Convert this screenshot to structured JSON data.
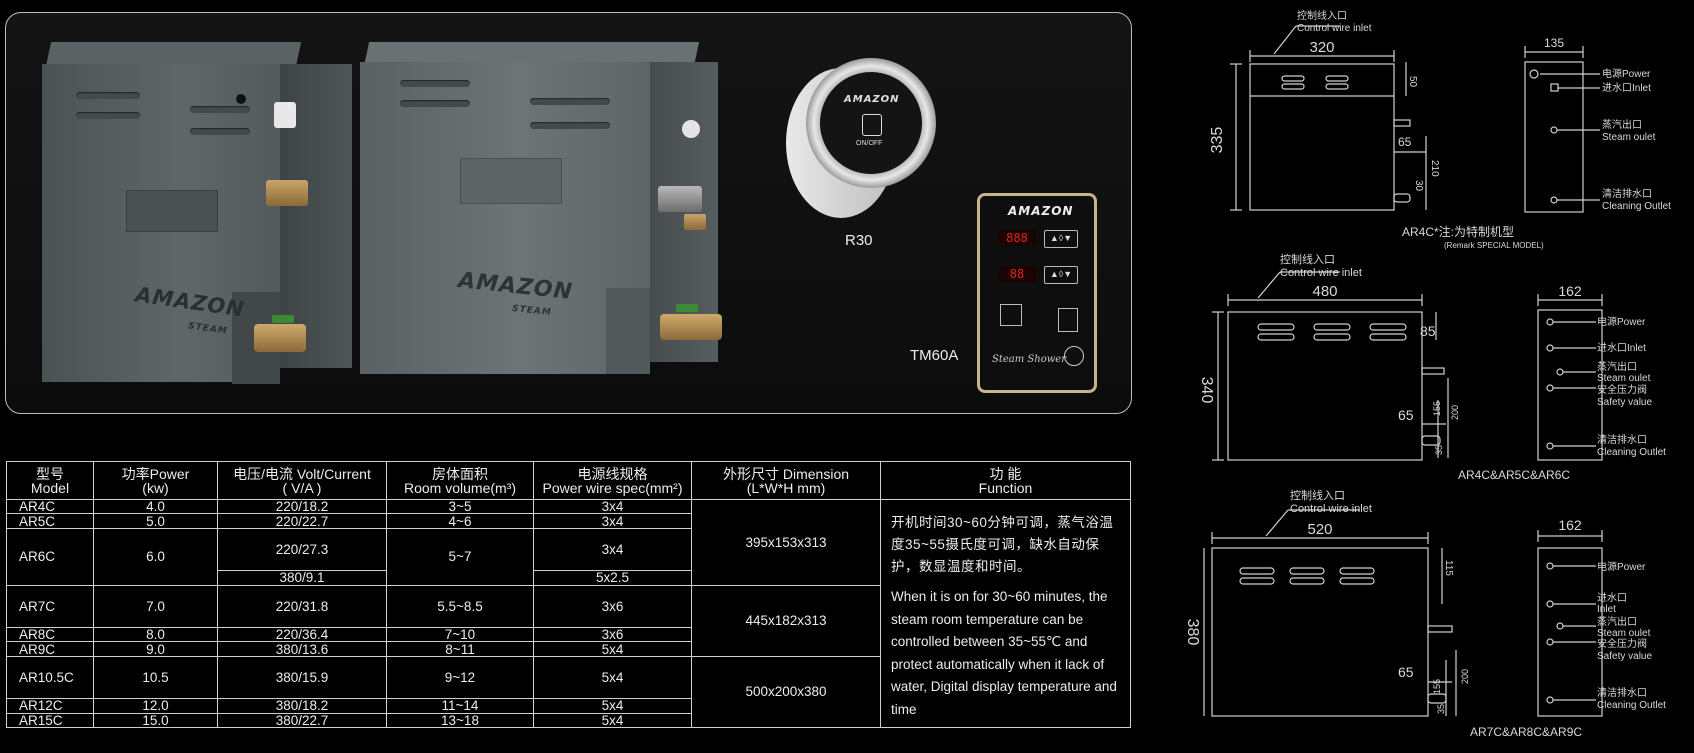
{
  "products": {
    "steamer_brand": "AMAZON",
    "steamer_sub": "STEAM",
    "controller_r30": {
      "label": "R30",
      "brand": "AMAZON",
      "button": "ON/OFF"
    },
    "controller_tm60a": {
      "label": "TM60A",
      "brand": "AMAZON",
      "display1": "888",
      "display2": "88",
      "script": "Steam Shower"
    }
  },
  "table": {
    "headers": [
      {
        "cn": "型号",
        "en": "Model"
      },
      {
        "cn": "功率Power",
        "en": "(kw)"
      },
      {
        "cn": "电压/电流 Volt/Current",
        "en": "( V/A )"
      },
      {
        "cn": "房体面积",
        "en": "Room volume(m³)"
      },
      {
        "cn": "电源线规格",
        "en": "Power wire spec(mm²)"
      },
      {
        "cn": "外形尺寸 Dimension",
        "en": "(L*W*H mm)"
      },
      {
        "cn": "功 能",
        "en": "Function"
      }
    ],
    "rows": [
      {
        "model": "AR4C",
        "power": "4.0",
        "volt": "220/18.2",
        "room": "3~5",
        "wire": "3x4"
      },
      {
        "model": "AR5C",
        "power": "5.0",
        "volt": "220/22.7",
        "room": "4~6",
        "wire": "3x4"
      },
      {
        "model": "AR6C",
        "power": "6.0",
        "volt": "220/27.3",
        "room": "5~7",
        "wire": "3x4"
      },
      {
        "model": "",
        "power": "",
        "volt": "380/9.1",
        "room": "",
        "wire": "5x2.5"
      },
      {
        "model": "AR7C",
        "power": "7.0",
        "volt": "220/31.8",
        "room": "5.5~8.5",
        "wire": "3x6"
      },
      {
        "model": "AR8C",
        "power": "8.0",
        "volt": "220/36.4",
        "room": "7~10",
        "wire": "3x6"
      },
      {
        "model": "AR9C",
        "power": "9.0",
        "volt": "380/13.6",
        "room": "8~11",
        "wire": "5x4"
      },
      {
        "model": "AR10.5C",
        "power": "10.5",
        "volt": "380/15.9",
        "room": "9~12",
        "wire": "5x4"
      },
      {
        "model": "AR12C",
        "power": "12.0",
        "volt": "380/18.2",
        "room": "11~14",
        "wire": "5x4"
      },
      {
        "model": "AR15C",
        "power": "15.0",
        "volt": "380/22.7",
        "room": "13~18",
        "wire": "5x4"
      }
    ],
    "dimensions": [
      "395x153x313",
      "445x182x313",
      "500x200x380"
    ],
    "function_cn": "开机时间30~60分钟可调，蒸气浴温度35~55摄氏度可调，缺水自动保护，数显温度和时间。",
    "function_en": "When it is on for 30~60 minutes, the steam room temperature can be controlled between 35~55℃ and protect automatically when it lack of water, Digital display temperature and time"
  },
  "drawings": {
    "d1": {
      "inlet_cn": "控制线入口",
      "inlet_en": "Control wire inlet",
      "width": "320",
      "height": "335",
      "side": "135",
      "dims": [
        "50",
        "65",
        "210",
        "30"
      ],
      "labels": [
        {
          "cn": "电源",
          "en": "Power"
        },
        {
          "cn": "进水口",
          "en": "Inlet"
        },
        {
          "cn": "蒸汽出口",
          "en": "Steam oulet"
        },
        {
          "cn": "清洁排水口",
          "en": "Cleaning Outlet"
        }
      ],
      "caption": "AR4C*注:为特制机型",
      "caption2": "(Remark SPECIAL MODEL)"
    },
    "d2": {
      "inlet_cn": "控制线入口",
      "inlet_en": "Control wire inlet",
      "width": "480",
      "height": "340",
      "side": "162",
      "dims": [
        "85",
        "65",
        "155",
        "200",
        "35"
      ],
      "labels": [
        {
          "cn": "电源",
          "en": "Power"
        },
        {
          "cn": "进水口",
          "en": "Inlet"
        },
        {
          "cn": "蒸汽出口",
          "en": "Steam oulet"
        },
        {
          "cn": "安全压力阀",
          "en": "Safety value"
        },
        {
          "cn": "清洁排水口",
          "en": "Cleaning Outlet"
        }
      ],
      "caption": "AR4C&AR5C&AR6C"
    },
    "d3": {
      "inlet_cn": "控制线入口",
      "inlet_en": "Control wire inlet",
      "width": "520",
      "height": "380",
      "side": "162",
      "dims": [
        "115",
        "65",
        "155",
        "200",
        "35"
      ],
      "labels": [
        {
          "cn": "电源",
          "en": "Power"
        },
        {
          "cn": "进水口",
          "en": "Inlet"
        },
        {
          "cn": "蒸汽出口",
          "en": "Steam oulet"
        },
        {
          "cn": "安全压力阀",
          "en": "Safety value"
        },
        {
          "cn": "清洁排水口",
          "en": "Cleaning Outlet"
        }
      ],
      "caption": "AR7C&AR8C&AR9C"
    }
  }
}
